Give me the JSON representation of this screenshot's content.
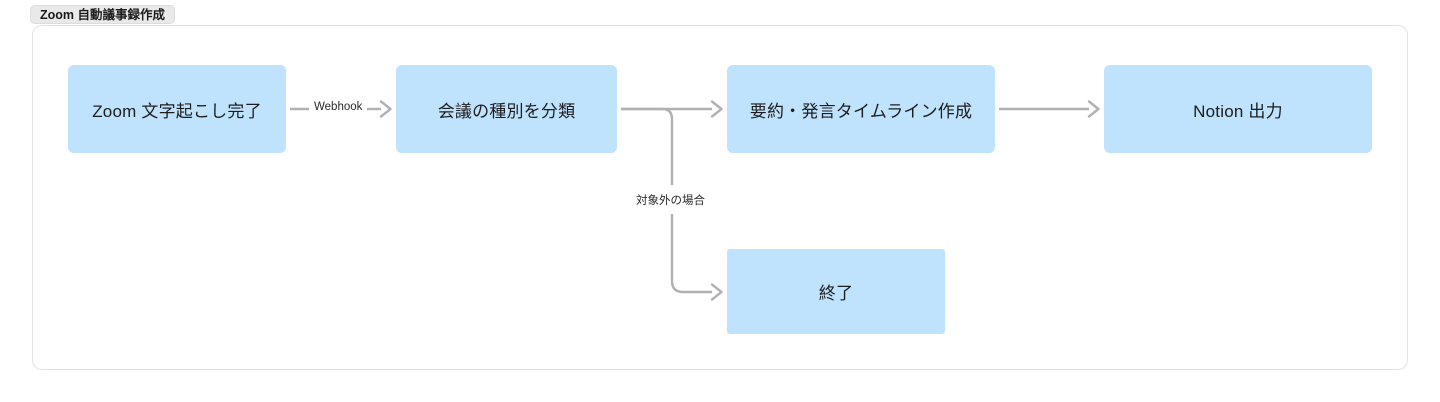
{
  "diagram": {
    "title": "Zoom 自動議事録作成",
    "type": "flowchart",
    "direction": "left-to-right",
    "colors": {
      "node_fill": "#bfe2fd",
      "node_text": "#1d1d1f",
      "edge_stroke": "#b1b1b1",
      "container_border": "#e2e2e4",
      "title_badge_bg": "#e9e9e9",
      "canvas_bg": "#ffffff"
    },
    "nodes": [
      {
        "id": "n1",
        "label": "Zoom 文字起こし完了",
        "shape": "rounded-rect"
      },
      {
        "id": "n2",
        "label": "会議の種別を分類",
        "shape": "rounded-rect"
      },
      {
        "id": "n3",
        "label": "要約・発言タイムライン作成",
        "shape": "rounded-rect"
      },
      {
        "id": "n4",
        "label": "Notion 出力",
        "shape": "rounded-rect"
      },
      {
        "id": "n5",
        "label": "終了",
        "shape": "rect"
      }
    ],
    "edges": [
      {
        "from": "n1",
        "to": "n2",
        "label": "Webhook",
        "arrow": "open"
      },
      {
        "from": "n2",
        "to": "n3",
        "label": "",
        "arrow": "open"
      },
      {
        "from": "n3",
        "to": "n4",
        "label": "",
        "arrow": "open"
      },
      {
        "from": "n2",
        "to": "n5",
        "label": "対象外の場合",
        "arrow": "open"
      }
    ]
  }
}
